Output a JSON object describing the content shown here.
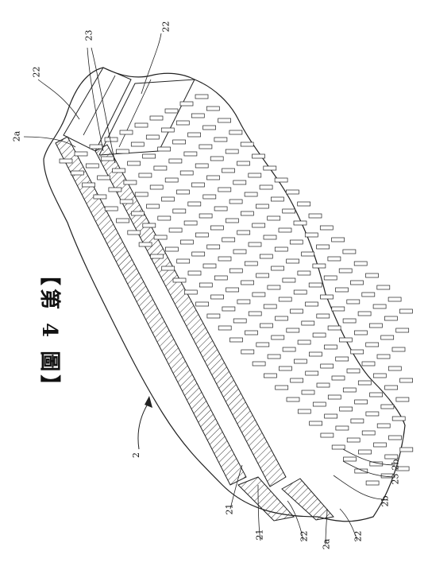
{
  "figure": {
    "title": "【第 4 圖】"
  },
  "labels": {
    "l22_top": "22",
    "l23_top": "23",
    "l22_left": "22",
    "l2a_left": "2a",
    "l2": "2",
    "l2b_1": "2b",
    "l23_right": "23",
    "l2b_2": "2b",
    "l21_a": "21",
    "l21_b": "21",
    "l22_b1": "22",
    "l2a_b": "2a",
    "l22_b2": "22"
  }
}
